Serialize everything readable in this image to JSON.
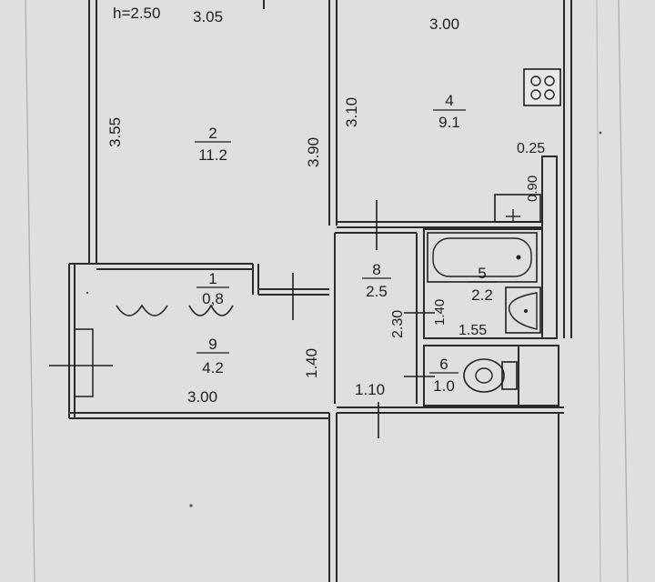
{
  "plan": {
    "ceiling_height": "h=2.50",
    "dimensions": {
      "room2_width": "3.05",
      "room2_left_height": "3.55",
      "room2_right_height": "3.90",
      "room4_width": "3.00",
      "room4_left_height": "3.10",
      "room4_wall": "0.25",
      "room4_stub": "0.90",
      "bath_height": "1.40",
      "bath_width": "1.55",
      "corridor_height": "2.30",
      "hall_height": "1.40",
      "hall_width": "3.00",
      "toilet_width": "1.10"
    },
    "rooms": [
      {
        "number": "2",
        "area": "11.2"
      },
      {
        "number": "4",
        "area": "9.1"
      },
      {
        "number": "1",
        "area": "0,8"
      },
      {
        "number": "8",
        "area": "2.5"
      },
      {
        "number": "5",
        "area": "2.2"
      },
      {
        "number": "9",
        "area": "4.2"
      },
      {
        "number": "6",
        "area": "1.0"
      }
    ]
  }
}
